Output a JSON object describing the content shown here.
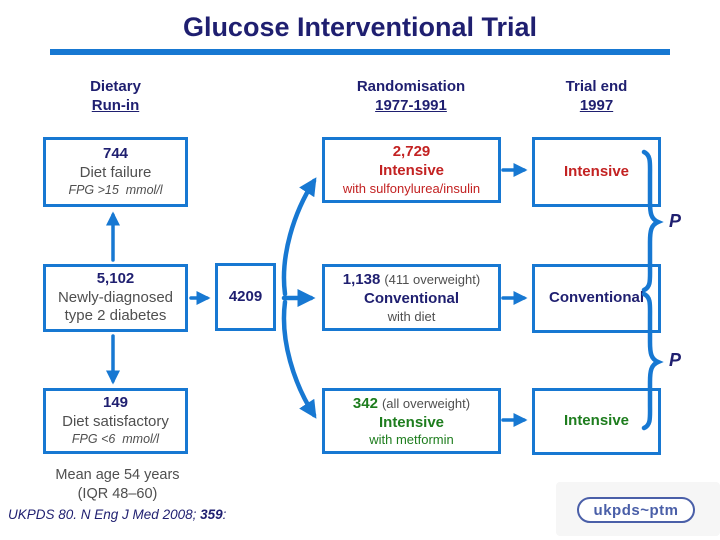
{
  "slide": {
    "title": "Glucose Interventional Trial"
  },
  "colors": {
    "navy": "#1F1F70",
    "accent_blue": "#1778D2",
    "intensive_red": "#C32222",
    "metformin_green": "#1E7D1E",
    "body_gray": "#4F4F4F",
    "logo_blue": "#4A5FA8"
  },
  "headers": {
    "dietary": {
      "line1": "Dietary",
      "line2": "Run-in"
    },
    "randomisation": {
      "line1": "Randomisation",
      "line2": "1977-1991"
    },
    "trial_end": {
      "line1": "Trial end",
      "line2": "1997"
    }
  },
  "boxes": {
    "diet_failure": {
      "number": "744",
      "label": "Diet failure",
      "note": "FPG >15  mmol/l"
    },
    "intensive_sulfonylurea": {
      "number": "2,729",
      "label": "Intensive",
      "note": "with sulfonylurea/insulin"
    },
    "trial_end_intensive_top": {
      "label": "Intensive"
    },
    "newly_diagnosed": {
      "number": "5,102",
      "label_line1": "Newly-diagnosed",
      "label_line2": "type 2 diabetes"
    },
    "randomised_total": {
      "number": "4209"
    },
    "conventional": {
      "number": "1,138",
      "qualifier": "(411 overweight)",
      "label": "Conventional",
      "note": "with diet"
    },
    "trial_end_conventional": {
      "label": "Conventional"
    },
    "diet_satisfactory": {
      "number": "149",
      "label": "Diet satisfactory",
      "note": "FPG <6  mmol/l"
    },
    "intensive_metformin": {
      "number": "342",
      "qualifier": "(all overweight)",
      "label": "Intensive",
      "note": "with metformin"
    },
    "trial_end_intensive_bottom": {
      "label": "Intensive"
    }
  },
  "p_labels": {
    "top": "P",
    "bottom": "P"
  },
  "notes": {
    "mean_age_line1": "Mean age 54 years",
    "mean_age_line2": "(IQR 48–60)"
  },
  "citation": {
    "prefix": "UKPDS 80. N Eng J Med 2008; ",
    "volume": "359",
    "suffix": ":"
  },
  "logo": {
    "text": "ukpds~ptm"
  }
}
